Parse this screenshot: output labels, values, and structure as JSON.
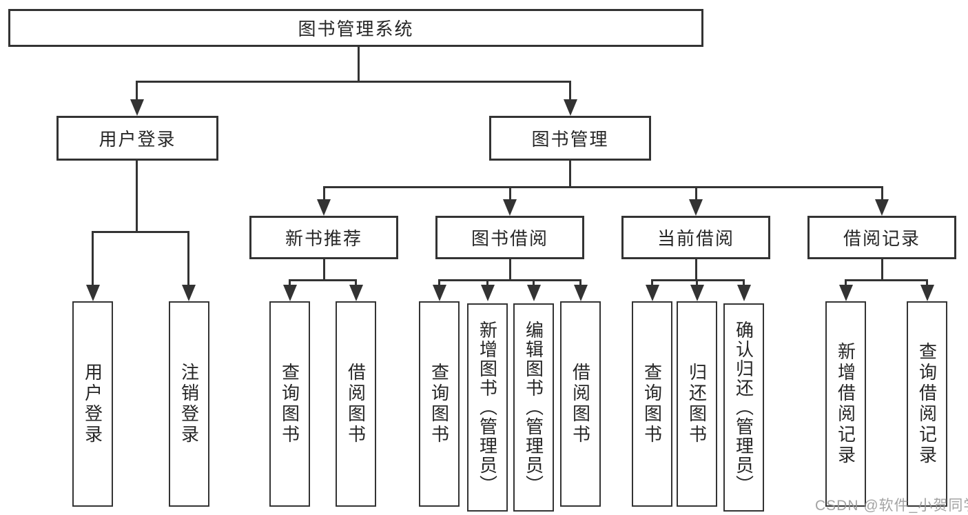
{
  "diagram": {
    "root": "图书管理系统",
    "level2": [
      "用户登录",
      "图书管理"
    ],
    "level3": [
      "新书推荐",
      "图书借阅",
      "当前借阅",
      "借阅记录"
    ],
    "leaves": {
      "user_login": [
        "用户登录",
        "注销登录"
      ],
      "new_book_recommendation": [
        "查询图书",
        "借阅图书"
      ],
      "book_borrowing": [
        "查询图书",
        "新增图书（管理员）",
        "编辑图书（管理员）",
        "借阅图书"
      ],
      "current_borrowing": [
        "查询图书",
        "归还图书",
        "确认归还（管理员）"
      ],
      "borrowing_records": [
        "新增借阅记录",
        "查询借阅记录"
      ]
    }
  },
  "watermark": "CSDN @软件_小贺同学",
  "colors": {
    "line": "#333333",
    "text": "#262626",
    "background": "#ffffff",
    "watermark": "#969696"
  }
}
